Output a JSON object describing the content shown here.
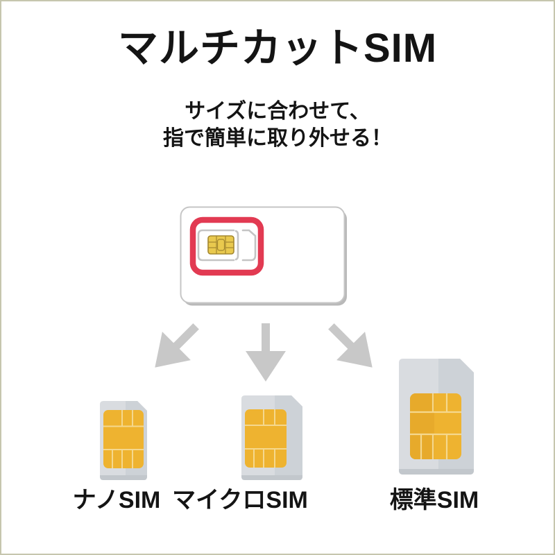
{
  "title": "マルチカットSIM",
  "subtitle": {
    "line1": "サイズに合わせて、",
    "line2": "指で簡単に取り外せる！"
  },
  "sim_sizes": [
    {
      "label": "ナノSIM"
    },
    {
      "label": "マイクロSIM"
    },
    {
      "label": "標準SIM"
    }
  ],
  "icons": {
    "main_card": "multi-cut-sim-card",
    "highlight": "red-highlight-ring",
    "arrows": [
      "arrow-down-left",
      "arrow-down",
      "arrow-down-right"
    ],
    "sims": [
      "nano-sim",
      "micro-sim",
      "standard-sim"
    ]
  },
  "colors": {
    "accent_red": "#e23a52",
    "chip_gold": "#eeb330",
    "chip_gold_dark": "#e7aa2b",
    "chip_gold_main": "#e9c94e",
    "chip_line": "#f5d88e",
    "chip_outline": "#a3872f",
    "card_gray": "#d9dce0",
    "card_gray_dark": "#cdd2d7",
    "card_shadow": "#c2c7cc",
    "arrow_gray": "#c8c8c8",
    "cut_line": "#c4c4c4",
    "border_color": "#c6c6ae",
    "text_color": "#141414"
  }
}
